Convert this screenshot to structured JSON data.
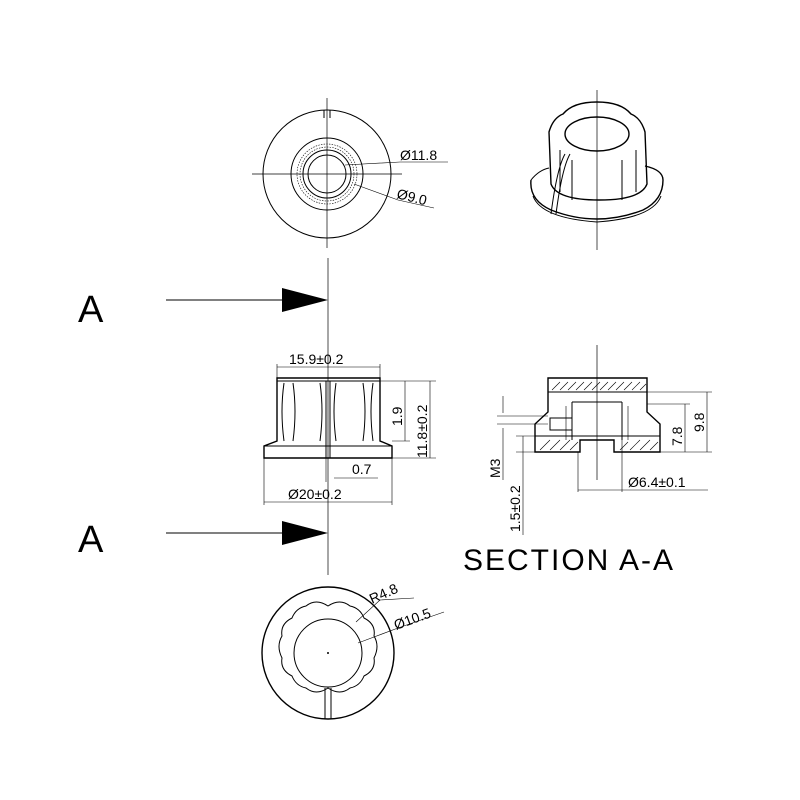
{
  "labels": {
    "section_letter_top": "A",
    "section_letter_bottom": "A",
    "section_title": "SECTION A-A"
  },
  "dimensions": {
    "top_outer_dia": "Ø11.8",
    "top_inner_dia": "Ø9.0",
    "front_top_width": "15.9±0.2",
    "front_height_small": "1.9",
    "front_height_total": "11.8±0.2",
    "front_offset": "0.7",
    "front_base_dia": "Ø20±0.2",
    "section_thread": "M3",
    "section_height_a": "7.8",
    "section_height_b": "9.8",
    "section_bore_dia": "Ø6.4±0.1",
    "section_base_h": "1.5±0.2",
    "bottom_radius": "R4.8",
    "bottom_dia": "Ø10.5"
  }
}
